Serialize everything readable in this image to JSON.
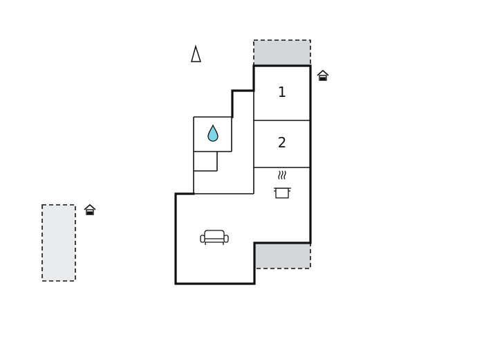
{
  "floor_plan": {
    "rooms": [
      {
        "label": "1",
        "kind": "bedroom"
      },
      {
        "label": "2",
        "kind": "bedroom"
      }
    ],
    "icons": [
      "north-arrow-icon",
      "water-drop-icon",
      "cooking-pot-icon",
      "sofa-icon",
      "house-icon"
    ],
    "colors": {
      "wall": "#111111",
      "terrace_fill": "#d4d7d9",
      "outdoor_fill": "#e9ebec",
      "water_drop": "#7fd4e6"
    }
  }
}
